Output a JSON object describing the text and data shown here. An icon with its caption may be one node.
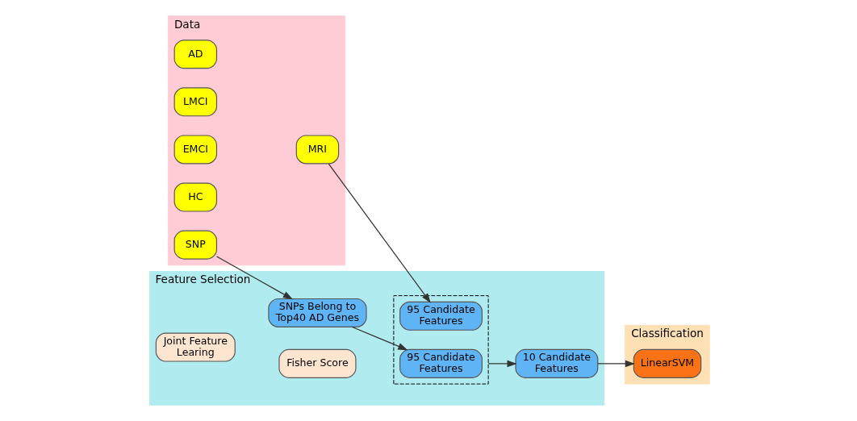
{
  "diagram": {
    "nodes": [
      {
        "text": [
          "Data"
        ]
      },
      {
        "text": [
          "HC"
        ],
        "in": 0
      },
      {
        "text": [
          "EMCI"
        ],
        "in": 0
      },
      {
        "text": [
          "LMCI"
        ],
        "in": 0
      },
      {
        "text": [
          "AD"
        ],
        "in": 0
      },
      {
        "text": [
          "MRI"
        ],
        "in": 0
      },
      {
        "text": [
          "SNP"
        ],
        "in": 0
      },
      {
        "text": [
          "Feature Selection"
        ]
      },
      {
        "text": [],
        "shape": "box",
        "in": 7
      },
      {
        "text": [
          "95 Candidate Features"
        ],
        "in": 8
      },
      {
        "text": [
          "SNPs Belong to Top40 AD Genes"
        ],
        "in": 7
      },
      {
        "text": [
          "Fisher Score"
        ],
        "in": 7
      },
      {
        "text": [
          "95 Candidate Features"
        ],
        "in": 8
      },
      {
        "text": [
          "Joint Feature Learing"
        ],
        "in": 7
      },
      {
        "text": [
          "10 Candidate Features"
        ],
        "in": 7
      },
      {
        "text": [
          "Classification"
        ]
      },
      {
        "text": [
          "LinearSVM"
        ],
        "in": 15
      }
    ],
    "edges": [
      {
        "from": 5,
        "to": 9,
        "arrow": "to"
      },
      {
        "from": 6,
        "to": 10,
        "arrow": "to"
      },
      {
        "from": 10,
        "to": 12,
        "arrow": "to"
      },
      {
        "from": 8,
        "to": 14,
        "arrow": "to"
      },
      {
        "from": 14,
        "to": 16,
        "arrow": "to"
      }
    ]
  }
}
